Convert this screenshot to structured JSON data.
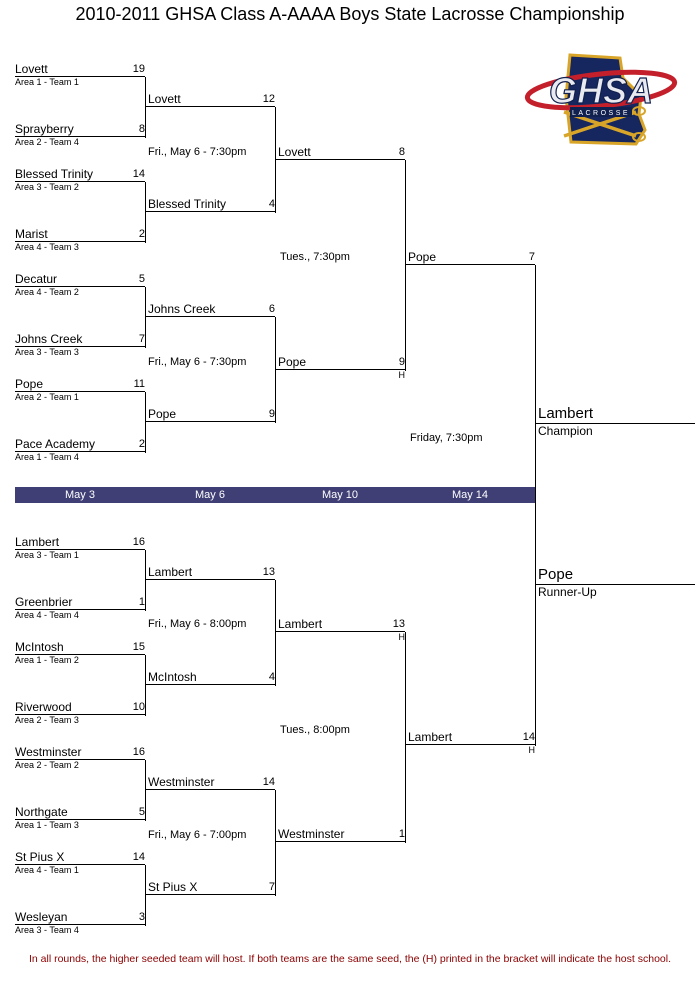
{
  "title": "2010-2011 GHSA Class A-AAAA Boys State Lacrosse Championship",
  "logo": {
    "org": "GHSA",
    "sport": "LACROSSE"
  },
  "date_bar": [
    "May 3",
    "May 6",
    "May 10",
    "May 14"
  ],
  "times": {
    "top_g1": "Fri., May 6 - 7:30pm",
    "top_g2": "Fri., May 6 - 7:30pm",
    "top_final": "Tues., 7:30pm",
    "bottom_g1": "Fri., May 6 - 8:00pm",
    "bottom_g2": "Fri., May 6 - 7:00pm",
    "bottom_final": "Tues., 8:00pm",
    "championship": "Friday, 7:30pm"
  },
  "bracket": {
    "top": {
      "r1": [
        {
          "name": "Lovett",
          "seed": "19",
          "area": "Area 1 - Team 1"
        },
        {
          "name": "Sprayberry",
          "seed": "8",
          "area": "Area 2 - Team 4"
        },
        {
          "name": "Blessed Trinity",
          "seed": "14",
          "area": "Area 3 - Team 2"
        },
        {
          "name": "Marist",
          "seed": "2",
          "area": "Area 4 - Team 3"
        },
        {
          "name": "Decatur",
          "seed": "5",
          "area": "Area 4 - Team 2"
        },
        {
          "name": "Johns Creek",
          "seed": "7",
          "area": "Area 3 - Team 3"
        },
        {
          "name": "Pope",
          "seed": "11",
          "area": "Area 2 - Team 1"
        },
        {
          "name": "Pace Academy",
          "seed": "2",
          "area": "Area 1 - Team 4"
        }
      ],
      "r2": [
        {
          "name": "Lovett",
          "score": "12"
        },
        {
          "name": "Blessed Trinity",
          "score": "4"
        },
        {
          "name": "Johns Creek",
          "score": "6"
        },
        {
          "name": "Pope",
          "score": "9"
        }
      ],
      "r3": [
        {
          "name": "Lovett",
          "score": "8"
        },
        {
          "name": "Pope",
          "score": "9",
          "host": "H"
        }
      ],
      "r4": [
        {
          "name": "Pope",
          "score": "7"
        }
      ]
    },
    "bottom": {
      "r1": [
        {
          "name": "Lambert",
          "seed": "16",
          "area": "Area 3 - Team 1"
        },
        {
          "name": "Greenbrier",
          "seed": "1",
          "area": "Area 4 - Team 4"
        },
        {
          "name": "McIntosh",
          "seed": "15",
          "area": "Area 1 - Team 2"
        },
        {
          "name": "Riverwood",
          "seed": "10",
          "area": "Area 2 - Team 3"
        },
        {
          "name": "Westminster",
          "seed": "16",
          "area": "Area 2 - Team 2"
        },
        {
          "name": "Northgate",
          "seed": "5",
          "area": "Area 1 - Team 3"
        },
        {
          "name": "St Pius X",
          "seed": "14",
          "area": "Area 4 - Team 1"
        },
        {
          "name": "Wesleyan",
          "seed": "3",
          "area": "Area 3 - Team 4"
        }
      ],
      "r2": [
        {
          "name": "Lambert",
          "score": "13"
        },
        {
          "name": "McIntosh",
          "score": "4"
        },
        {
          "name": "Westminster",
          "score": "14"
        },
        {
          "name": "St Pius X",
          "score": "7"
        }
      ],
      "r3": [
        {
          "name": "Lambert",
          "score": "13",
          "host": "H"
        },
        {
          "name": "Westminster",
          "score": "1"
        }
      ],
      "r4": [
        {
          "name": "Lambert",
          "score": "14",
          "host": "H"
        }
      ]
    }
  },
  "result": {
    "champion": {
      "name": "Lambert",
      "label": "Champion"
    },
    "runner_up": {
      "name": "Pope",
      "label": "Runner-Up"
    }
  },
  "footer": "In all rounds, the higher seeded team will host.  If both teams are the same seed, the (H) printed in the bracket will indicate the host school."
}
